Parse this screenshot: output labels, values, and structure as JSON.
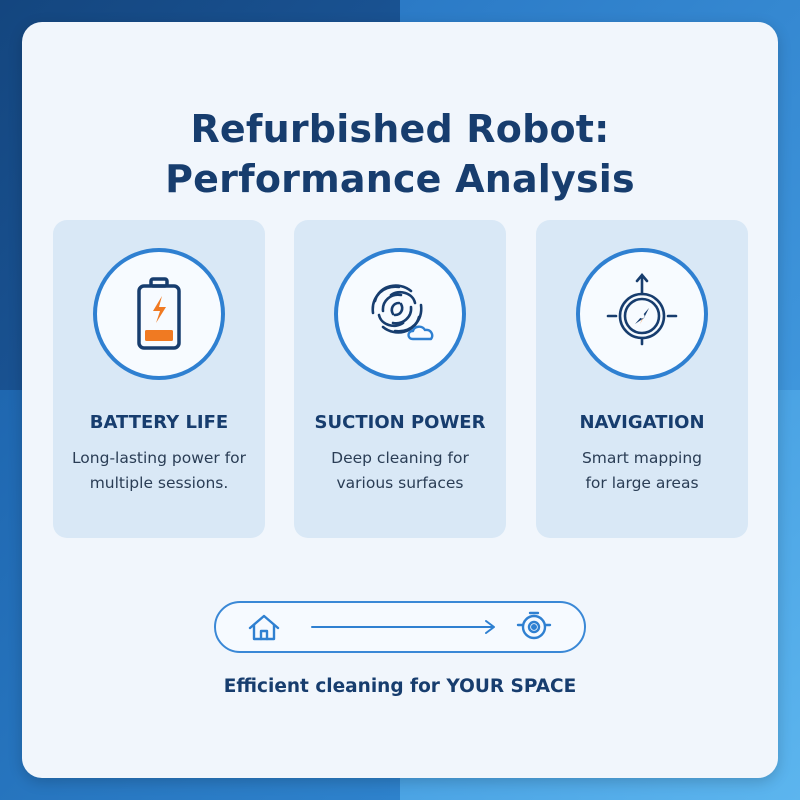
{
  "title": {
    "line1": "Refurbished Robot:",
    "line2": "Performance Analysis"
  },
  "cards": [
    {
      "icon": "battery-icon",
      "title": "BATTERY LIFE",
      "desc_line1": "Long-lasting power for",
      "desc_line2": "multiple sessions."
    },
    {
      "icon": "suction-swirl-icon",
      "title": "SUCTION POWER",
      "desc_line1": "Deep cleaning for",
      "desc_line2": "various surfaces"
    },
    {
      "icon": "compass-icon",
      "title": "NAVIGATION",
      "desc_line1": "Smart mapping",
      "desc_line2": "for large areas"
    }
  ],
  "flow": {
    "start_icon": "house-icon",
    "end_icon": "robot-vacuum-icon",
    "connector_icon": "arrow-right-icon"
  },
  "tagline": "Efficient cleaning for YOUR SPACE",
  "colors": {
    "accent": "#2f80d1",
    "title": "#173d6e",
    "battery_orange": "#f07a22",
    "card_bg": "#d9e8f6",
    "panel_bg": "#f1f6fc"
  }
}
